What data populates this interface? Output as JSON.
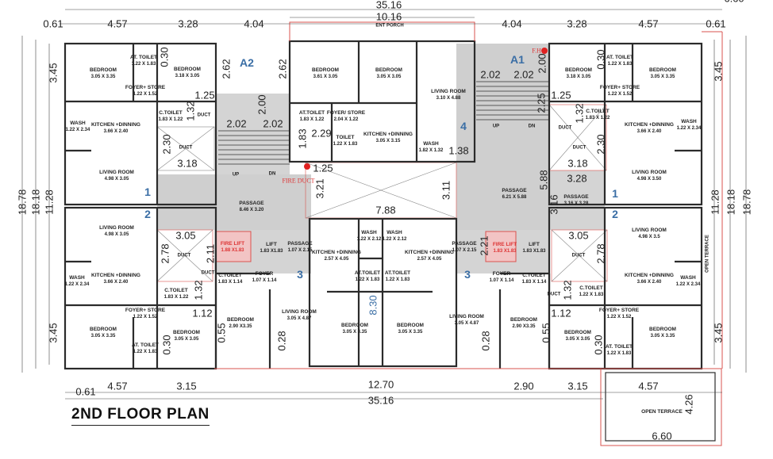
{
  "title": "2ND FLOOR PLAN",
  "rooms": [
    {
      "name": "BEDROOM",
      "size": "3.05 X 3.35"
    },
    {
      "name": "AT. TOILET",
      "size": "1.22 X 1.83"
    },
    {
      "name": "FOYER+ STORE",
      "size": "1.22 X 1.52"
    },
    {
      "name": "BEDROOM",
      "size": "3.18 X 3.05"
    },
    {
      "name": "C.TOILET",
      "size": "1.83 X 1.22"
    },
    {
      "name": "WASH",
      "size": "1.22 X 2.34"
    },
    {
      "name": "KITCHEN +DINNING",
      "size": "3.66 X 2.40"
    },
    {
      "name": "LIVING ROOM",
      "size": "4.98 X 3.05"
    },
    {
      "name": "PASSAGE",
      "size": "8.46 X 3.20"
    },
    {
      "name": "BEDROOM",
      "size": "3.61 X 3.05"
    },
    {
      "name": "BEDROOM",
      "size": "3.05 X 3.05"
    },
    {
      "name": "LIVING ROOM",
      "size": "3.10 X 4.88"
    },
    {
      "name": "AT.TOILET",
      "size": "1.83 X 1.22"
    },
    {
      "name": "FOYER/ STORE",
      "size": "2.04 X 1.22"
    },
    {
      "name": "TOILET",
      "size": "1.22 X 1.83"
    },
    {
      "name": "KITCHEN +DINNING",
      "size": "3.05 X 3.15"
    },
    {
      "name": "WASH",
      "size": "1.82 X 1.32"
    },
    {
      "name": "PASSAGE",
      "size": "6.21 X 5.88"
    },
    {
      "name": "PASSAGE",
      "size": "3.16 X 3.28"
    },
    {
      "name": "BEDROOM",
      "size": "3.18 X 3.05"
    },
    {
      "name": "AT. TOILET",
      "size": "1.22 X 1.83"
    },
    {
      "name": "FOYER+ STORE",
      "size": "1.22 X 1.52"
    },
    {
      "name": "BEDROOM",
      "size": "3.05 X 3.35"
    },
    {
      "name": "C.TOILET",
      "size": "1.83 X 1.22"
    },
    {
      "name": "KITCHEN +DINNING",
      "size": "3.66 X 2.40"
    },
    {
      "name": "WASH",
      "size": "1.22 X 2.34"
    },
    {
      "name": "LIVING ROOM",
      "size": "4.98 X 3.50"
    },
    {
      "name": "LIVING ROOM",
      "size": "4.98 X 3.05"
    },
    {
      "name": "KITCHEN +DINNING",
      "size": "3.66 X 2.40"
    },
    {
      "name": "WASH",
      "size": "1.22 X 2.34"
    },
    {
      "name": "C.TOILET",
      "size": "1.83 X 1.22"
    },
    {
      "name": "FOYER+ STORE",
      "size": "1.22 X 1.52"
    },
    {
      "name": "BEDROOM",
      "size": "3.05 X 3.35"
    },
    {
      "name": "AT. TOILET",
      "size": "1.22 X 1.83"
    },
    {
      "name": "BEDROOM",
      "size": "3.05 X 3.05"
    },
    {
      "name": "FIRE LIFT",
      "size": "1.88 X1.83"
    },
    {
      "name": "LIFT",
      "size": "1.83 X1.83"
    },
    {
      "name": "PASSAGE",
      "size": "1.07 X 2.15"
    },
    {
      "name": "C.TOILET",
      "size": "1.83 X 1.14"
    },
    {
      "name": "FOYER",
      "size": "1.07 X 1.14"
    },
    {
      "name": "BEDROOM",
      "size": "2.90 X3.35"
    },
    {
      "name": "LIVING ROOM",
      "size": "3.05 X 4.87"
    },
    {
      "name": "KITCHEN +DINNING",
      "size": "2.57 X 4.05"
    },
    {
      "name": "WASH",
      "size": "1.22 X 2.12"
    },
    {
      "name": "AT.TOILET",
      "size": "1.22 X 1.83"
    },
    {
      "name": "BEDROOM",
      "size": "3.05 X 3.35"
    },
    {
      "name": "BEDROOM",
      "size": "3.05 X 3.35"
    },
    {
      "name": "AT.TOILET",
      "size": "1.22 X 1.83"
    },
    {
      "name": "WASH",
      "size": "1.22 X 2.12"
    },
    {
      "name": "KITCHEN +DINNING",
      "size": "2.57 X 4.05"
    },
    {
      "name": "PASSAGE",
      "size": "1.07 X 2.15"
    },
    {
      "name": "FIRE LIFT",
      "size": "1.83 X1.83"
    },
    {
      "name": "LIFT",
      "size": "1.83 X1.83"
    },
    {
      "name": "LIVING ROOM",
      "size": "3.05 X 4.87"
    },
    {
      "name": "FOYER",
      "size": "1.07 X 1.14"
    },
    {
      "name": "C.TOILET",
      "size": "1.83 X 1.14"
    },
    {
      "name": "BEDROOM",
      "size": "2.90 X3.35"
    },
    {
      "name": "C.TOILET",
      "size": "1.22 X 1.83"
    },
    {
      "name": "KITCHEN +DINNING",
      "size": "3.66 X 2.40"
    },
    {
      "name": "WASH",
      "size": "1.22 X 2.34"
    },
    {
      "name": "LIVING ROOM",
      "size": "4.98 X 3.5"
    },
    {
      "name": "FOYER+ STORE",
      "size": "1.22 X 1.52"
    },
    {
      "name": "AT. TOILET",
      "size": "1.22 X 1.83"
    },
    {
      "name": "BEDROOM",
      "size": "3.05 X 3.05"
    },
    {
      "name": "BEDROOM",
      "size": "3.05 X 3.35"
    },
    {
      "name": "OPEN TERRACE",
      "size": ""
    }
  ],
  "markers": [
    "A2",
    "A1",
    "1",
    "2",
    "1",
    "2",
    "3",
    "3",
    "4"
  ],
  "stair_labels": [
    "UP",
    "DN",
    "UP",
    "DN"
  ],
  "notes": {
    "ducts": [
      "DUCT",
      "DUCT",
      "DUCT",
      "DUCT",
      "DUCT",
      "DUCT",
      "DUCT",
      "DUCT"
    ],
    "fire_duct": "FIRE DUCT",
    "fire_hydrant": "F.H",
    "ent_porch": "ENT PORCH",
    "open_terrace_side": "OPEN TERRACE"
  },
  "dimensions": [
    "0.61",
    "4.57",
    "3.28",
    "4.04",
    "35.16",
    "10.16",
    "4.04",
    "3.28",
    "4.57",
    "0.61",
    "6.60",
    "3.45",
    "18.78",
    "18.18",
    "11.28",
    "3.45",
    "3.45",
    "11.28",
    "18.18",
    "18.78",
    "3.45",
    "0.61",
    "4.57",
    "3.15",
    "12.70",
    "35.16",
    "2.90",
    "3.15",
    "4.57",
    "4.26",
    "6.60",
    "0.30",
    "2.62",
    "2.62",
    "1.25",
    "2.00",
    "2.02",
    "2.02",
    "1.32",
    "2.30",
    "3.18",
    "1.83",
    "2.29",
    "1.25",
    "3.21",
    "7.88",
    "3.11",
    "1.38",
    "2.02",
    "2.02",
    "2.00",
    "2.25",
    "1.25",
    "0.30",
    "1.32",
    "2.30",
    "3.18",
    "5.88",
    "3.28",
    "3.16",
    "3.05",
    "2.78",
    "2.11",
    "1.32",
    "1.12",
    "0.30",
    "0.55",
    "0.28",
    "8.30",
    "0.28",
    "2.21",
    "3.05",
    "2.78",
    "1.32",
    "1.12",
    "0.55",
    "0.30"
  ],
  "colors": {
    "wall": "#2b2b2b",
    "red_line": "#d9534f",
    "passage": "#c9c9c9",
    "marker": "#3a6ea5"
  }
}
